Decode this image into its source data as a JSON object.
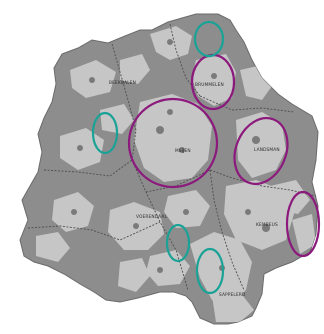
{
  "map": {
    "colors": {
      "background": "#ffffff",
      "municipality_fill": "#8d8d8d",
      "urban_area": "#c6c6c6",
      "boundary": "#4e4e4e",
      "outline": "#6b6b6b",
      "large_circle": "#8b1a7c",
      "small_circle": "#1aa297"
    },
    "places": [
      {
        "name": "BEEKDALEN"
      },
      {
        "name": "BRUMMELEN"
      },
      {
        "name": "MEIJEN"
      },
      {
        "name": "LANDSMAN"
      },
      {
        "name": "VOERENDAAL"
      },
      {
        "name": "KEMBEUS"
      },
      {
        "name": "SAPPELERD"
      }
    ],
    "highlight_circles": [
      {
        "kind": "large",
        "near": "BRUMMELEN"
      },
      {
        "kind": "large",
        "near": "MEIJEN"
      },
      {
        "kind": "large",
        "near": "LANDSMAN"
      },
      {
        "kind": "large",
        "near": "KEMBEUS"
      },
      {
        "kind": "small",
        "near": "north"
      },
      {
        "kind": "small",
        "near": "west"
      },
      {
        "kind": "small",
        "near": "VOERENDAAL"
      },
      {
        "kind": "small",
        "near": "SAPPELERD"
      }
    ]
  }
}
